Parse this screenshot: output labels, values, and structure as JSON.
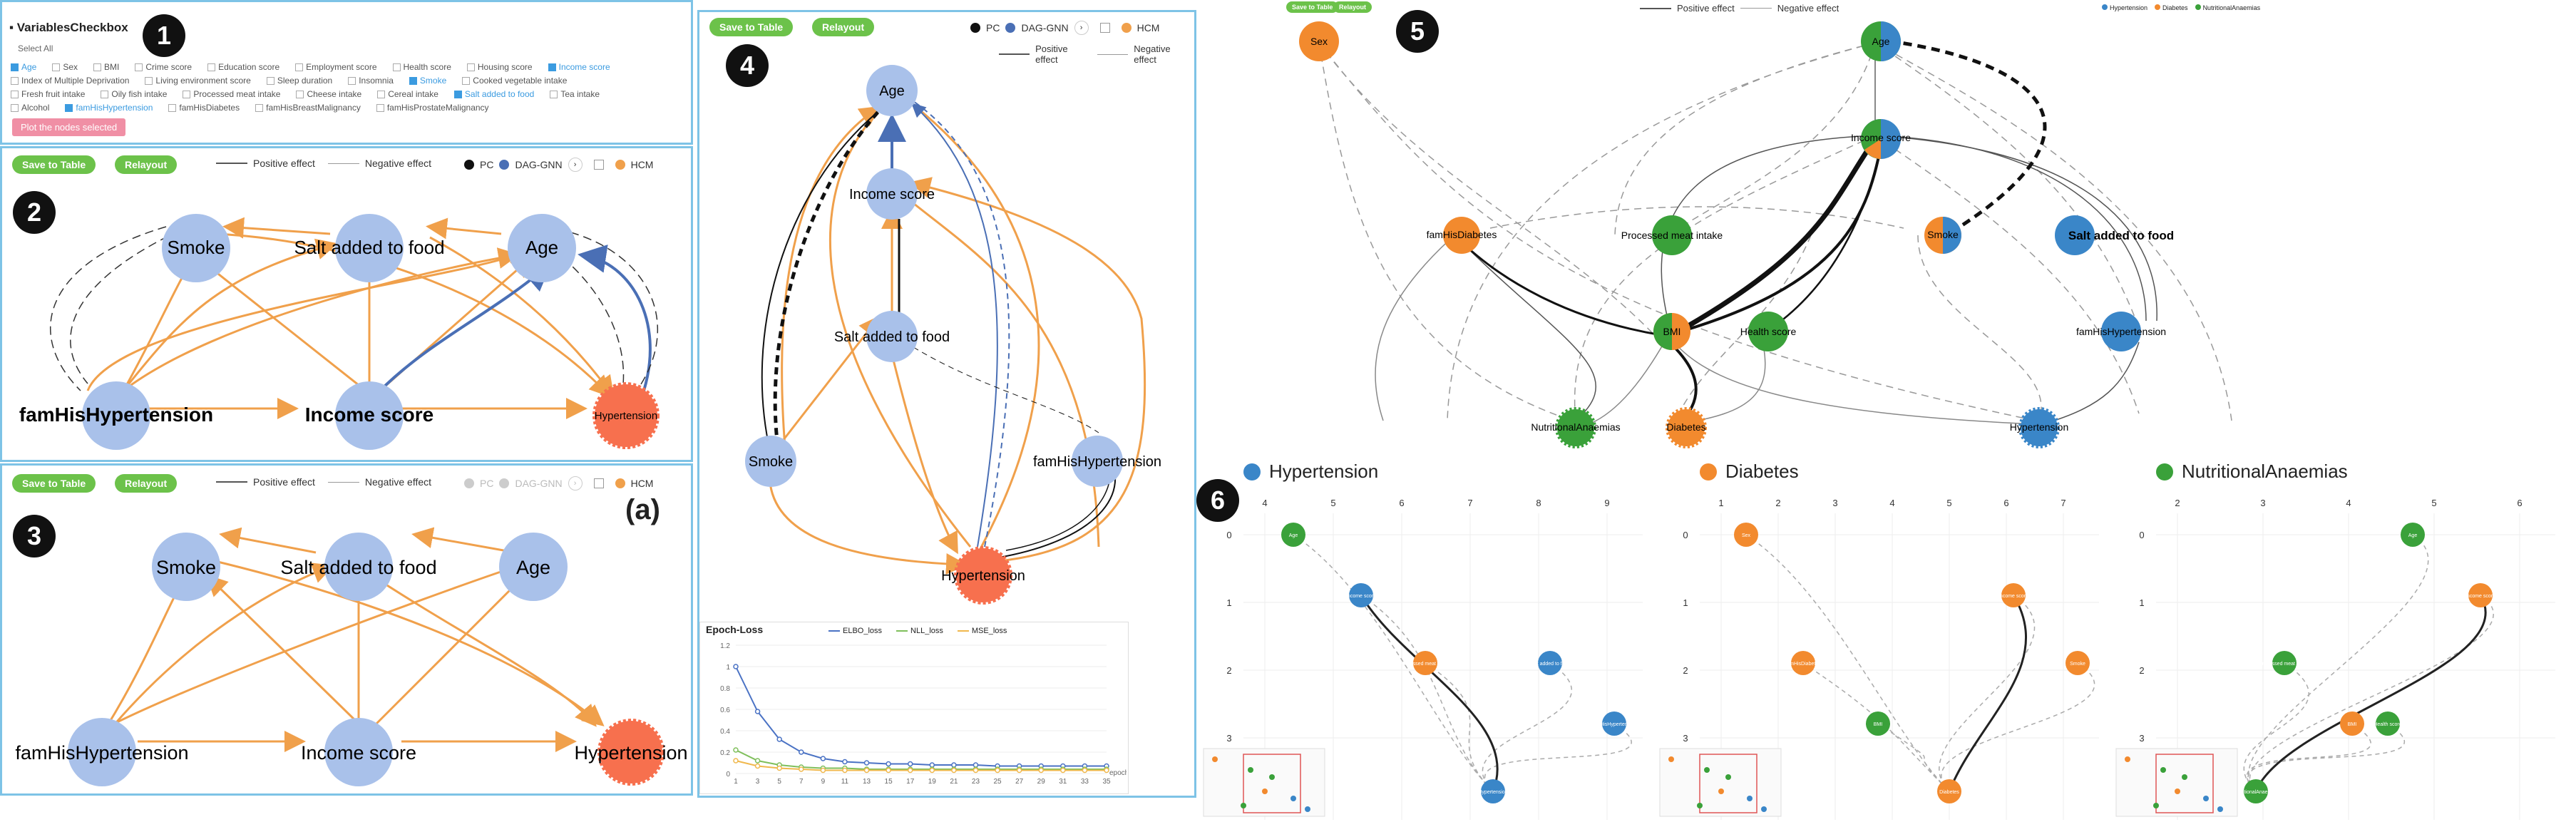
{
  "panel1": {
    "title": "VariablesCheckbox",
    "select_all": "Select All",
    "rows": [
      [
        {
          "label": "Age",
          "on": true
        },
        {
          "label": "Sex",
          "on": false
        },
        {
          "label": "BMI",
          "on": false
        },
        {
          "label": "Crime score",
          "on": false
        },
        {
          "label": "Education score",
          "on": false
        },
        {
          "label": "Employment score",
          "on": false
        },
        {
          "label": "Health score",
          "on": false
        },
        {
          "label": "Housing score",
          "on": false
        },
        {
          "label": "Income score",
          "on": true
        }
      ],
      [
        {
          "label": "Index of Multiple Deprivation",
          "on": false
        },
        {
          "label": "Living environment score",
          "on": false
        },
        {
          "label": "Sleep duration",
          "on": false
        },
        {
          "label": "Insomnia",
          "on": false
        },
        {
          "label": "Smoke",
          "on": true
        },
        {
          "label": "Cooked vegetable intake",
          "on": false
        }
      ],
      [
        {
          "label": "Fresh fruit intake",
          "on": false
        },
        {
          "label": "Oily fish intake",
          "on": false
        },
        {
          "label": "Processed meat intake",
          "on": false
        },
        {
          "label": "Cheese intake",
          "on": false
        },
        {
          "label": "Cereal intake",
          "on": false
        },
        {
          "label": "Salt added to food",
          "on": true
        },
        {
          "label": "Tea intake",
          "on": false
        }
      ],
      [
        {
          "label": "Alcohol",
          "on": false
        },
        {
          "label": "famHisHypertension",
          "on": true
        },
        {
          "label": "famHisDiabetes",
          "on": false
        },
        {
          "label": "famHisBreastMalignancy",
          "on": false
        },
        {
          "label": "famHisProstateMalignancy",
          "on": false
        }
      ]
    ],
    "plot_button": "Plot the nodes selected"
  },
  "controls": {
    "save_label": "Save to Table",
    "relayout_label": "Relayout",
    "positive_effect": "Positive effect",
    "negative_effect": "Negative effect",
    "pc": "PC",
    "dag_gnn": "DAG-GNN",
    "hcm": "HCM"
  },
  "badges": {
    "b1": "1",
    "b2": "2",
    "b3": "3",
    "b4": "4",
    "b5": "5",
    "b6": "6",
    "a": "(a)"
  },
  "panel2": {
    "nodes": {
      "smoke": "Smoke",
      "salt": "Salt added to food",
      "age": "Age",
      "famhis": "famHisHypertension",
      "income": "Income score",
      "hyper": "Hypertension"
    }
  },
  "panel3": {
    "nodes": {
      "smoke": "Smoke",
      "salt": "Salt added to food",
      "age": "Age",
      "famhis": "famHisHypertension",
      "income": "Income score",
      "hyper": "Hypertension"
    }
  },
  "panel4": {
    "nodes": {
      "age": "Age",
      "income": "Income score",
      "salt": "Salt added to food",
      "smoke": "Smoke",
      "famhis": "famHisHypertension",
      "hyper": "Hypertension"
    },
    "loss_title": "Epoch-Loss",
    "loss_legend": [
      "ELBO_loss",
      "NLL_loss",
      "MSE_loss"
    ],
    "epoch_label": "epoch"
  },
  "chart_data": {
    "type": "line",
    "title": "Epoch-Loss",
    "xlabel": "epoch",
    "ylabel": "",
    "x": [
      1,
      3,
      5,
      7,
      9,
      11,
      13,
      15,
      17,
      19,
      21,
      23,
      25,
      27,
      29,
      31,
      33,
      35
    ],
    "xlim": [
      1,
      35
    ],
    "ylim": [
      0,
      1.2
    ],
    "yticks": [
      0,
      0.2,
      0.4,
      0.6,
      0.8,
      1,
      1.2
    ],
    "series": [
      {
        "name": "ELBO_loss",
        "color": "#4a72c4",
        "values": [
          1.0,
          0.58,
          0.32,
          0.2,
          0.14,
          0.11,
          0.1,
          0.09,
          0.09,
          0.08,
          0.08,
          0.08,
          0.07,
          0.07,
          0.07,
          0.07,
          0.07,
          0.07
        ]
      },
      {
        "name": "NLL_loss",
        "color": "#7fbf5b",
        "values": [
          0.22,
          0.12,
          0.08,
          0.06,
          0.05,
          0.05,
          0.04,
          0.04,
          0.04,
          0.04,
          0.04,
          0.04,
          0.04,
          0.04,
          0.04,
          0.04,
          0.04,
          0.04
        ]
      },
      {
        "name": "MSE_loss",
        "color": "#f0b84d",
        "values": [
          0.12,
          0.07,
          0.05,
          0.04,
          0.03,
          0.03,
          0.03,
          0.03,
          0.03,
          0.03,
          0.03,
          0.03,
          0.03,
          0.03,
          0.03,
          0.03,
          0.03,
          0.03
        ]
      }
    ]
  },
  "panel5": {
    "nodes": {
      "sex": "Sex",
      "age": "Age",
      "income": "Income score",
      "famdiab": "famHisDiabetes",
      "meat": "Processed meat intake",
      "smoke": "Smoke",
      "salt": "Salt added to food",
      "bmi": "BMI",
      "health": "Health score",
      "famhyper": "famHisHypertension",
      "anaem": "NutritionalAnaemias",
      "diab": "Diabetes",
      "hyper": "Hypertension"
    },
    "legend": [
      "Hypertension",
      "Diabetes",
      "NutritionalAnaemias"
    ]
  },
  "panel6": {
    "groups": [
      {
        "title": "Hypertension",
        "color": "#3a86c8",
        "xticks": [
          "4",
          "5",
          "6",
          "7",
          "8",
          "9"
        ]
      },
      {
        "title": "Diabetes",
        "color": "#f28a2e",
        "xticks": [
          "1",
          "2",
          "3",
          "4",
          "5",
          "6",
          "7"
        ]
      },
      {
        "title": "NutritionalAnaemias",
        "color": "#3aa13a",
        "xticks": [
          "2",
          "3",
          "4",
          "5",
          "6"
        ]
      }
    ],
    "yticks": [
      "0",
      "1",
      "2",
      "3"
    ],
    "g1_nodes": {
      "age": "Age",
      "income": "Income score",
      "meat": "Processed meat intake",
      "salt": "Salt added to food",
      "famhyper": "famHisHypertension",
      "hyper": "Hypertension"
    },
    "g2_nodes": {
      "sex": "Sex",
      "income": "Income score",
      "famdiab": "famHisDiabetes",
      "smoke": "Smoke",
      "bmi": "BMI",
      "diab": "Diabetes"
    },
    "g3_nodes": {
      "age": "Age",
      "income": "Income score",
      "meat": "Processed meat intake",
      "bmi": "BMI",
      "health": "Health score",
      "anaem": "NutritionalAnaemias"
    }
  },
  "colors": {
    "node_blue": "#a9c1ea",
    "hcm_orange": "#f0a04b",
    "dag_blue": "#4a6fb5",
    "hyper_red": "#f7704e",
    "panel_border": "#7ec3e6",
    "save_green": "#6cc24a"
  }
}
